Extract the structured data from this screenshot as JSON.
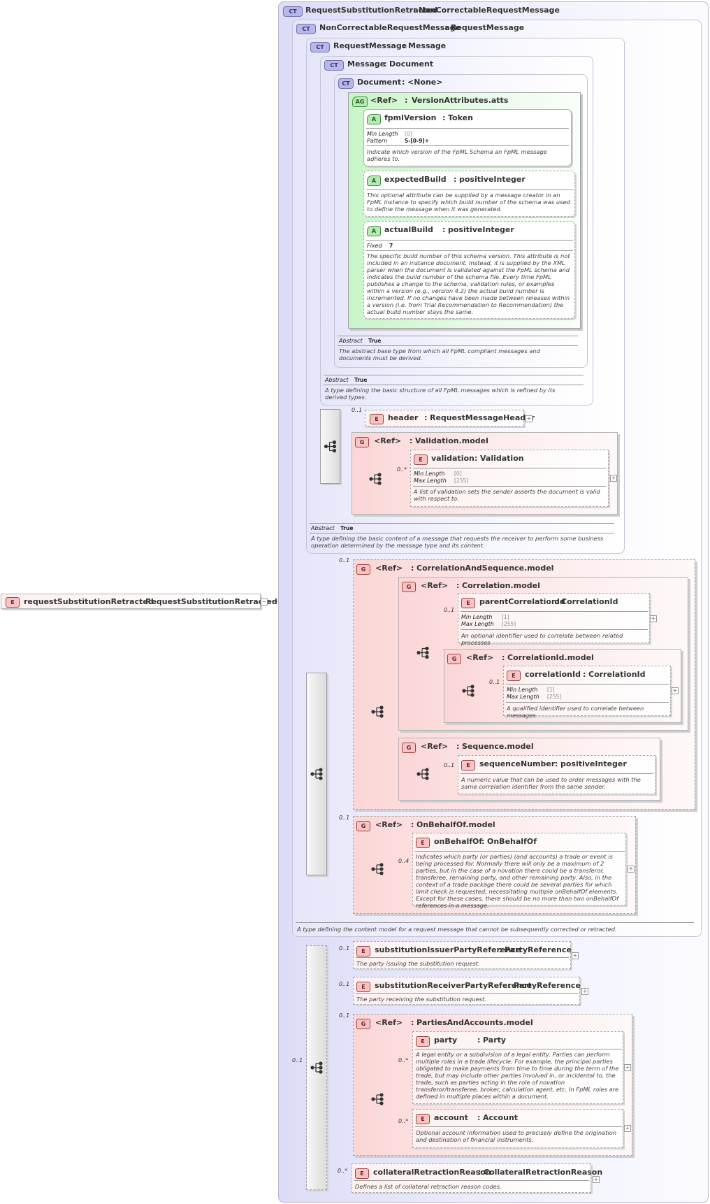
{
  "root": {
    "badge": "E",
    "name": "requestSubstitutionRetracted",
    "type": "RequestSubstitutionRetracted",
    "minus": "−"
  },
  "ct_main": {
    "badge": "CT",
    "name": "RequestSubstitutionRetracted",
    "type": "NonCorrectableRequestMessage",
    "doc": "A type defining the content model for a request message that cannot be subsequently corrected or retracted."
  },
  "ct_noncorr": {
    "badge": "CT",
    "name": "NonCorrectableRequestMessage",
    "type": "RequestMessage"
  },
  "ct_reqmsg": {
    "badge": "CT",
    "name": "RequestMessage",
    "type": "Message",
    "abstract_label": "Abstract",
    "abstract_value": "True",
    "doc": "A type defining the basic content of a message that requests the receiver to perform some business operation determined by the message type and its content."
  },
  "ct_message": {
    "badge": "CT",
    "name": "Message",
    "type": "Document",
    "abstract_label": "Abstract",
    "abstract_value": "True",
    "doc": "A type defining the basic structure of all FpML messages which is refined by its derived types."
  },
  "ct_document": {
    "badge": "CT",
    "name": "Document",
    "type": "<None>",
    "abstract_label": "Abstract",
    "abstract_value": "True",
    "doc": "The abstract base type from which all FpML compliant messages and documents must be derived."
  },
  "ag_version": {
    "badge": "AG",
    "ref": "<Ref>",
    "type": "VersionAttributes.atts"
  },
  "att_fpml": {
    "badge": "A",
    "name": "fpmlVersion",
    "type": "Token",
    "p1_label": "Min Length",
    "p1_value": "[0]",
    "p2_label": "Pattern",
    "p2_value": "5-[0-9]+",
    "doc": "Indicate which version of the FpML Schema an FpML message adheres to."
  },
  "att_expected": {
    "badge": "A",
    "name": "expectedBuild",
    "type": "positiveInteger",
    "doc": "This optional attribute can be supplied by a message creator in an FpML instance to specify which build number of the schema was used to define the message when it was generated."
  },
  "att_actual": {
    "badge": "A",
    "name": "actualBuild",
    "type": "positiveInteger",
    "p1_label": "Fixed",
    "p1_value": "7",
    "doc": "The specific build number of this schema version. This attribute is not included in an instance document. Instead, it is supplied by the XML parser when the document is validated against the FpML schema and indicates the build number of the schema file. Every time FpML publishes a change to the schema, validation rules, or examples within a version (e.g., version 4.2) the actual build number is incremented. If no changes have been made between releases within a version (i.e. from Trial Recommendation to Recommendation) the actual build number stays the same."
  },
  "el_header": {
    "badge": "E",
    "name": "header",
    "type": "RequestMessageHeader",
    "occ": "0..1"
  },
  "grp_validation": {
    "badge": "G",
    "ref": "<Ref>",
    "type": "Validation.model"
  },
  "el_validation": {
    "badge": "E",
    "name": "validation",
    "type": "Validation",
    "occ": "0..*",
    "p1_label": "Min Length",
    "p1_value": "[0]",
    "p2_label": "Max Length",
    "p2_value": "[255]",
    "doc": "A list of validation sets the sender asserts the document is valid with respect to."
  },
  "grp_corrseq": {
    "badge": "G",
    "ref": "<Ref>",
    "type": "CorrelationAndSequence.model",
    "occ": "0..1"
  },
  "grp_corr": {
    "badge": "G",
    "ref": "<Ref>",
    "type": "Correlation.model"
  },
  "el_parentcorr": {
    "badge": "E",
    "name": "parentCorrelationId",
    "type": "CorrelationId",
    "occ": "0..1",
    "p1_label": "Min Length",
    "p1_value": "[1]",
    "p2_label": "Max Length",
    "p2_value": "[255]",
    "doc": "An optional identifier used to correlate between related processes"
  },
  "grp_corrid": {
    "badge": "G",
    "ref": "<Ref>",
    "type": "CorrelationId.model"
  },
  "el_corrid": {
    "badge": "E",
    "name": "correlationId",
    "type": "CorrelationId",
    "occ": "0..1",
    "p1_label": "Min Length",
    "p1_value": "[1]",
    "p2_label": "Max Length",
    "p2_value": "[255]",
    "doc": "A qualified identifier used to correlate between messages"
  },
  "grp_seq": {
    "badge": "G",
    "ref": "<Ref>",
    "type": "Sequence.model"
  },
  "el_seqnum": {
    "badge": "E",
    "name": "sequenceNumber",
    "type": "positiveInteger",
    "occ": "0..1",
    "doc": "A numeric value that can be used to order messages with the same correlation identifier from the same sender."
  },
  "grp_obo": {
    "badge": "G",
    "ref": "<Ref>",
    "type": "OnBehalfOf.model",
    "occ": "0..1"
  },
  "el_obo": {
    "badge": "E",
    "name": "onBehalfOf",
    "type": "OnBehalfOf",
    "occ": "0..4",
    "doc": "Indicates which party (or parties) (and accounts) a trade or event is being processed for. Normally there will only be a maximum of 2 parties, but in the case of a novation there could be a transferor, transferee, remaining party, and other remaining party. Also, in the context of a trade package there could be several parties for which limit check is requested, necessitating multiple onBehalfOf elements. Except for these cases, there should be no more than two onBehalfOf references in a message."
  },
  "seq_bottom": {
    "occ": "0..1"
  },
  "el_issuer": {
    "badge": "E",
    "name": "substitutionIssuerPartyReference",
    "type": "PartyReference",
    "occ": "0..1",
    "doc": "The party issuing the substitution request."
  },
  "el_receiver": {
    "badge": "E",
    "name": "substitutionReceiverPartyReference",
    "type": "PartyReference",
    "occ": "0..1",
    "doc": "The party receiving the substitution request."
  },
  "grp_parties": {
    "badge": "G",
    "ref": "<Ref>",
    "type": "PartiesAndAccounts.model",
    "occ": "0..1"
  },
  "el_party": {
    "badge": "E",
    "name": "party",
    "type": "Party",
    "occ": "0..*",
    "doc": "A legal entity or a subdivision of a legal entity. Parties can perform multiple roles in a trade lifecycle. For example, the principal parties obligated to make payments from time to time during the term of the trade, but may include other parties involved in, or incidental to, the trade, such as parties acting in the role of novation transferor/transferee, broker, calculation agent, etc. In FpML roles are defined in multiple places within a document."
  },
  "el_account": {
    "badge": "E",
    "name": "account",
    "type": "Account",
    "occ": "0..*",
    "doc": "Optional account information used to precisely define the origination and destination of financial instruments."
  },
  "el_collateral": {
    "badge": "E",
    "name": "collateralRetractionReason",
    "type": "CollateralRetractionReason",
    "occ": "0..*",
    "doc": "Defines a list of collateral retraction reason codes."
  },
  "sep_colon": ":",
  "plus_sign": "+"
}
